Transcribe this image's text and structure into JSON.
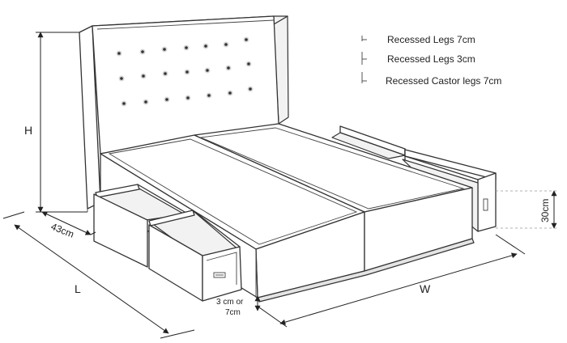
{
  "legend": {
    "items": [
      {
        "label": "Recessed Legs 7cm"
      },
      {
        "label": "Recessed Legs 3cm"
      },
      {
        "label": "Recessed Castor legs 7cm"
      }
    ]
  },
  "dimensions": {
    "height": "H",
    "length": "L",
    "width": "W",
    "headboard_depth": "43cm",
    "drawer_height": "30cm",
    "leg_height_line1": "3 cm or",
    "leg_height_line2": "7cm"
  },
  "colors": {
    "line": "#333333",
    "background": "#ffffff"
  }
}
